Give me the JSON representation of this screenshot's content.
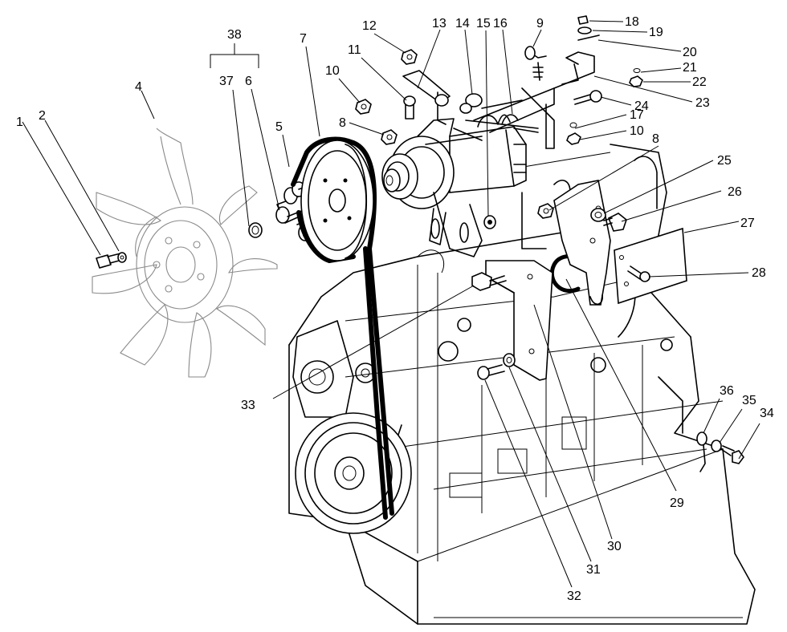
{
  "callouts": [
    {
      "id": "c1",
      "text": "1"
    },
    {
      "id": "c2",
      "text": "2"
    },
    {
      "id": "c4",
      "text": "4"
    },
    {
      "id": "c38",
      "text": "38"
    },
    {
      "id": "c37",
      "text": "37"
    },
    {
      "id": "c6",
      "text": "6"
    },
    {
      "id": "c7",
      "text": "7"
    },
    {
      "id": "c5",
      "text": "5"
    },
    {
      "id": "c10a",
      "text": "10"
    },
    {
      "id": "c11",
      "text": "11"
    },
    {
      "id": "c12",
      "text": "12"
    },
    {
      "id": "c13",
      "text": "13"
    },
    {
      "id": "c14",
      "text": "14"
    },
    {
      "id": "c15",
      "text": "15"
    },
    {
      "id": "c16",
      "text": "16"
    },
    {
      "id": "c9",
      "text": "9"
    },
    {
      "id": "c18",
      "text": "18"
    },
    {
      "id": "c19",
      "text": "19"
    },
    {
      "id": "c20",
      "text": "20"
    },
    {
      "id": "c21",
      "text": "21"
    },
    {
      "id": "c22",
      "text": "22"
    },
    {
      "id": "c23",
      "text": "23"
    },
    {
      "id": "c24",
      "text": "24"
    },
    {
      "id": "c17",
      "text": "17"
    },
    {
      "id": "c10b",
      "text": "10"
    },
    {
      "id": "c8a",
      "text": "8"
    },
    {
      "id": "c8b",
      "text": "8"
    },
    {
      "id": "c25",
      "text": "25"
    },
    {
      "id": "c26",
      "text": "26"
    },
    {
      "id": "c27",
      "text": "27"
    },
    {
      "id": "c28",
      "text": "28"
    },
    {
      "id": "c33",
      "text": "33"
    },
    {
      "id": "c36",
      "text": "36"
    },
    {
      "id": "c35",
      "text": "35"
    },
    {
      "id": "c34",
      "text": "34"
    },
    {
      "id": "c29",
      "text": "29"
    },
    {
      "id": "c30",
      "text": "30"
    },
    {
      "id": "c31",
      "text": "31"
    },
    {
      "id": "c32",
      "text": "32"
    }
  ]
}
